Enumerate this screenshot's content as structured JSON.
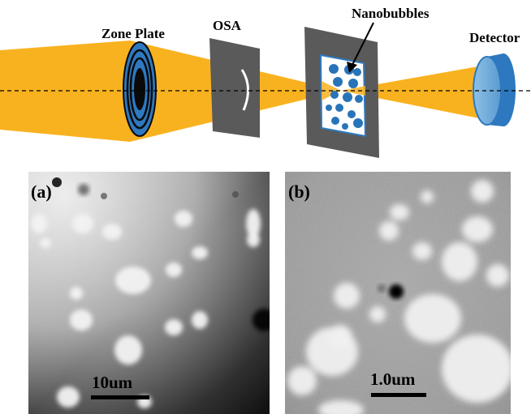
{
  "schematic": {
    "labels": {
      "zone_plate": "Zone Plate",
      "osa": "OSA",
      "nanobubbles": "Nanobubbles",
      "detector": "Detector"
    },
    "colors": {
      "beam": "#F9B21F",
      "zone_plate": "#2E79C0",
      "zone_plate_dark": "#0A0A0A",
      "aperture_plate": "#5A5A5A",
      "sample_window": "#FFFFFF",
      "bubble": "#2874B8",
      "detector_face": "#8DC0E6",
      "detector_body": "#2D78BE",
      "optical_axis": "#000000"
    }
  },
  "panels": [
    {
      "letter": "(a)",
      "scale_bar_label": "10um"
    },
    {
      "letter": "(b)",
      "scale_bar_label": "1.0um"
    }
  ]
}
